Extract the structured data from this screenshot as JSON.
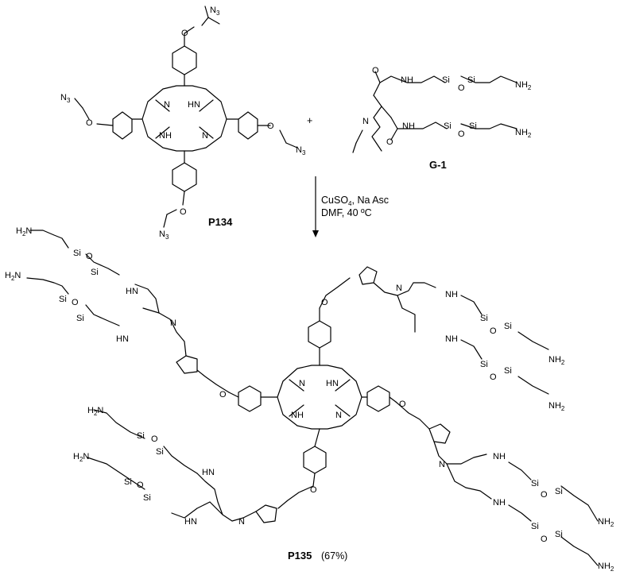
{
  "scheme": {
    "plus": "+",
    "conditions": {
      "line1": "CuSO",
      "line1_sub": "4",
      "line1_rest": ", Na Asc",
      "line2": "DMF, 40 ºC"
    },
    "compounds": {
      "reactant_porphyrin": "P134",
      "reactant_dendron": "G-1",
      "product": "P135",
      "product_yield": "(67%)"
    }
  },
  "atom_labels": {
    "N": "N",
    "NH": "NH",
    "HN": "HN",
    "O": "O",
    "Si": "Si",
    "N3": "N",
    "N3_sub": "3",
    "NH2": "NH",
    "NH2_sub": "2",
    "H2N": "H",
    "H2N_sub": "2",
    "H2N_tail": "N"
  }
}
